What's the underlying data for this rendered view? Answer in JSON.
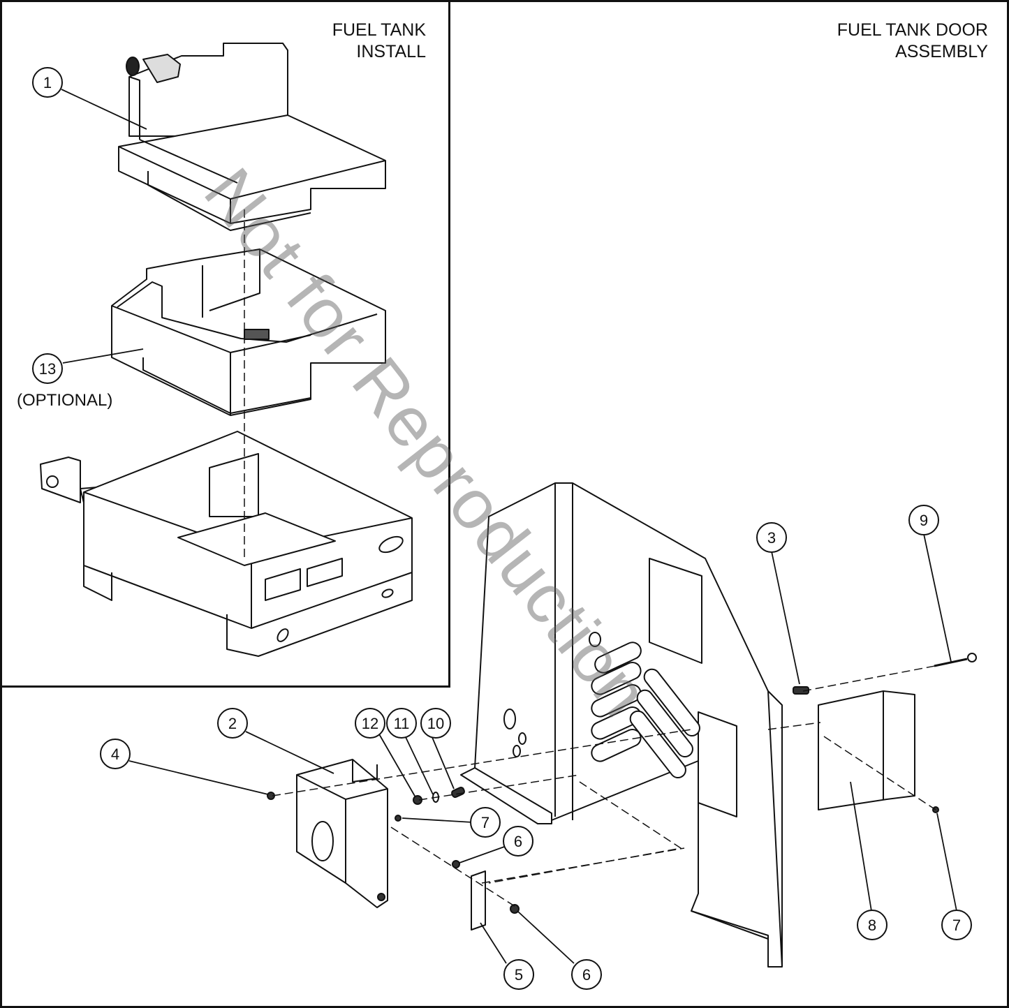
{
  "panels": {
    "left_title": [
      "FUEL TANK",
      "INSTALL"
    ],
    "right_title": [
      "FUEL TANK DOOR",
      "ASSEMBLY"
    ]
  },
  "optional_note": "(OPTIONAL)",
  "watermark": "Not for Reproduction",
  "callouts": [
    "1",
    "13",
    "2",
    "4",
    "12",
    "11",
    "10",
    "7",
    "6",
    "5",
    "6",
    "3",
    "9",
    "8",
    "7"
  ],
  "colors": {
    "line": "#111111",
    "watermark": "#7a7a7a",
    "background": "#ffffff"
  }
}
